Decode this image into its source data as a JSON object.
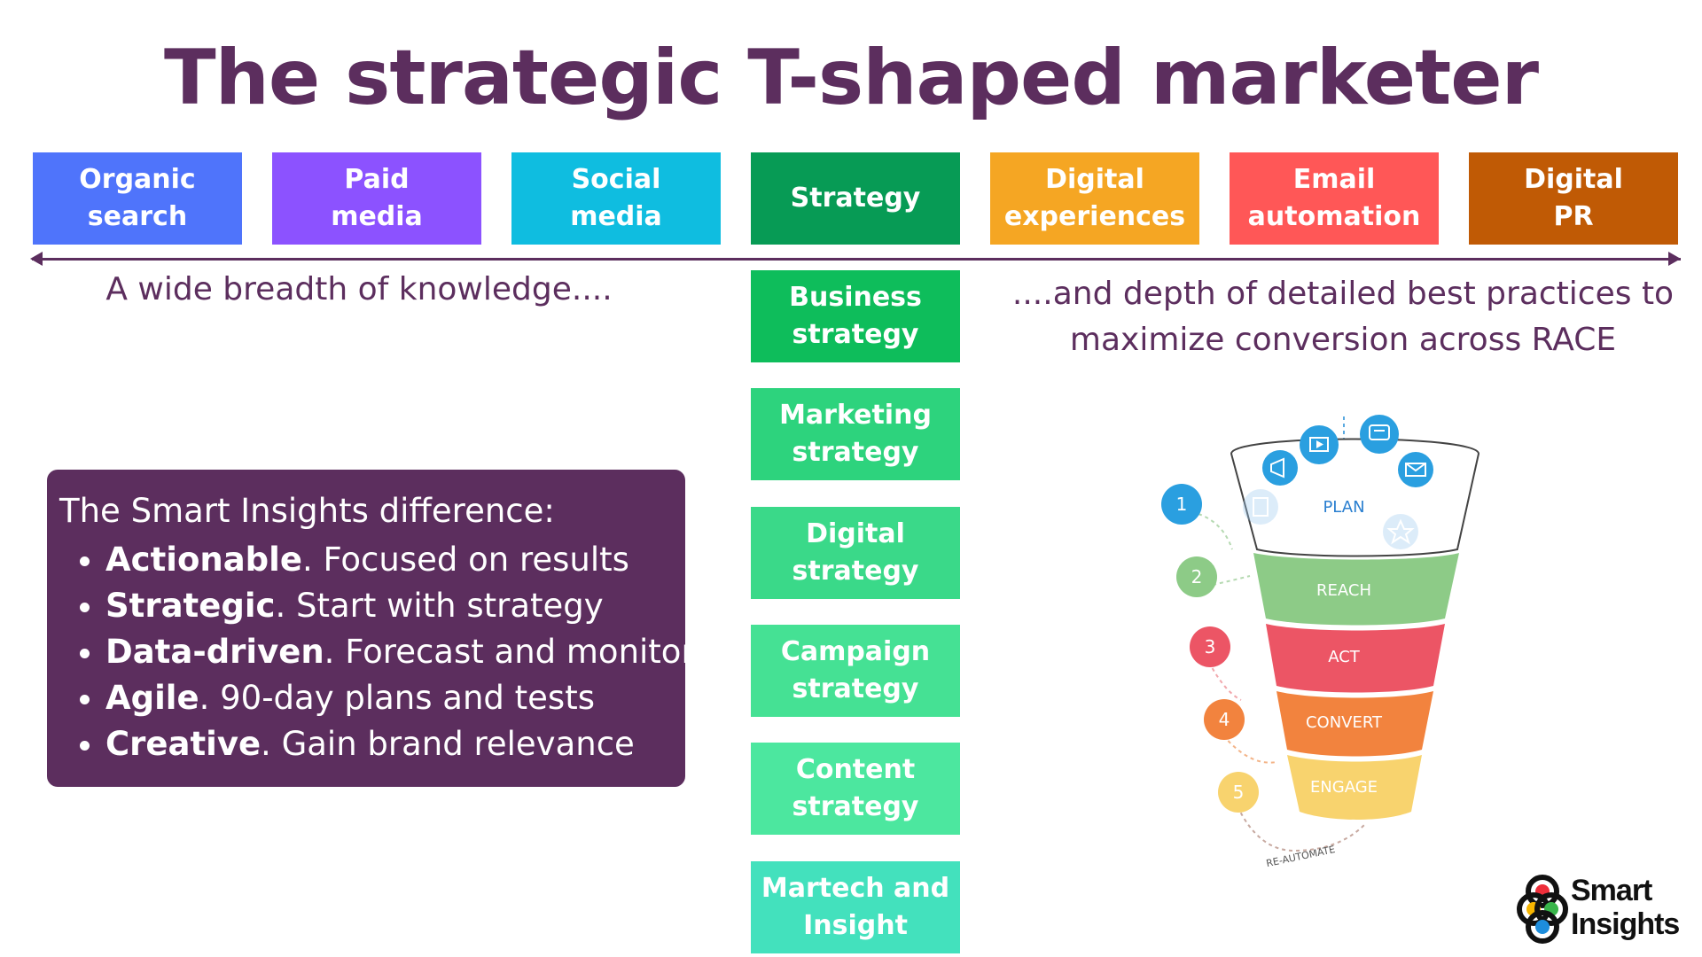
{
  "title": "The strategic T-shaped marketer",
  "top_row": [
    {
      "label": "Organic\nsearch",
      "color": "#4f74fb"
    },
    {
      "label": "Paid\nmedia",
      "color": "#8c52ff"
    },
    {
      "label": "Social\nmedia",
      "color": "#0fbde0"
    },
    {
      "label": "Strategy",
      "color": "#079b55"
    },
    {
      "label": "Digital\nexperiences",
      "color": "#f5a623"
    },
    {
      "label": "Email\nautomation",
      "color": "#ff5757"
    },
    {
      "label": "Digital\nPR",
      "color": "#c05a05"
    }
  ],
  "breadth_text": "A wide breadth of knowledge....",
  "depth_text": "....and depth of detailed best practices to maximize conversion across RACE",
  "strategy_column": [
    {
      "label": "Business\nstrategy",
      "color": "#0ebd5b"
    },
    {
      "label": "Marketing\nstrategy",
      "color": "#2dd37d"
    },
    {
      "label": "Digital\nstrategy",
      "color": "#3ad989"
    },
    {
      "label": "Campaign\nstrategy",
      "color": "#45e194"
    },
    {
      "label": "Content\nstrategy",
      "color": "#4ce79f"
    },
    {
      "label": "Martech and\nInsight",
      "color": "#43e1bd"
    }
  ],
  "difference": {
    "heading": "The Smart Insights difference:",
    "items": [
      {
        "bold": "Actionable",
        "rest": ". Focused on results"
      },
      {
        "bold": "Strategic",
        "rest": ". Start with strategy"
      },
      {
        "bold": "Data-driven",
        "rest": ". Forecast and monitor"
      },
      {
        "bold": "Agile",
        "rest": ". 90-day plans and tests"
      },
      {
        "bold": "Creative",
        "rest": ". Gain brand relevance"
      }
    ]
  },
  "funnel": {
    "stages": [
      {
        "number": "1",
        "label": "PLAN",
        "color": "#ffffff",
        "badge_color": "#2a9fe0"
      },
      {
        "number": "2",
        "label": "REACH",
        "color": "#8dcb87",
        "badge_color": "#8dcb87"
      },
      {
        "number": "3",
        "label": "ACT",
        "color": "#ec5565",
        "badge_color": "#ec5565"
      },
      {
        "number": "4",
        "label": "CONVERT",
        "color": "#f2833e",
        "badge_color": "#f2833e"
      },
      {
        "number": "5",
        "label": "ENGAGE",
        "color": "#f8d36e",
        "badge_color": "#f8d36e"
      }
    ],
    "loop_label": "RE-AUTOMATE",
    "icons": [
      "video-icon",
      "chat-icon",
      "megaphone-icon",
      "mail-icon",
      "document-icon",
      "star-icon"
    ]
  },
  "logo": {
    "line1": "Smart",
    "line2": "Insights"
  }
}
